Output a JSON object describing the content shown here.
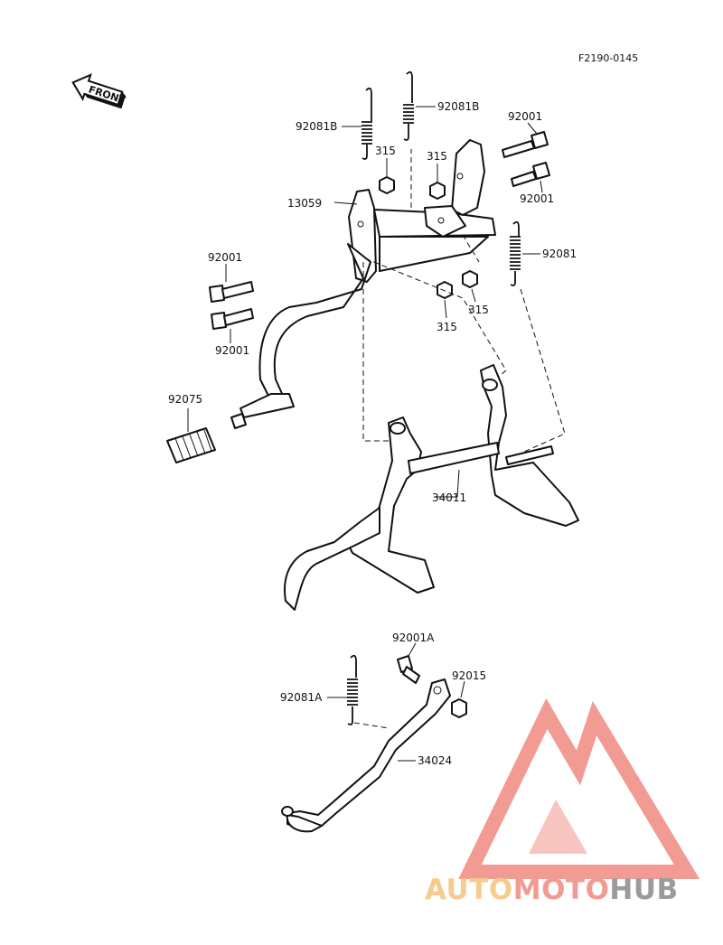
{
  "diagram": {
    "code": "F2190-0145",
    "front_label": "FRONT"
  },
  "labels": {
    "spring_b_left": "92081B",
    "spring_b_right": "92081B",
    "bolt_top_1": "92001",
    "bolt_top_2": "92001",
    "bolt_left_1": "92001",
    "bolt_left_2": "92001",
    "nut_a": "315",
    "nut_b": "315",
    "nut_c": "315",
    "nut_d": "315",
    "bracket": "13059",
    "spring_right": "92081",
    "pedal_rubber": "92075",
    "center_stand": "34011",
    "bolt_a": "92001A",
    "nut_side": "92015",
    "spring_a": "92081A",
    "side_stand": "34024"
  },
  "watermark": {
    "text_part1": "AUTO",
    "text_part2": "MOTO",
    "text_part3": "HUB",
    "color_orange": "#f6c27a",
    "color_red": "#f08a80",
    "color_gray": "#8a8a8a"
  }
}
